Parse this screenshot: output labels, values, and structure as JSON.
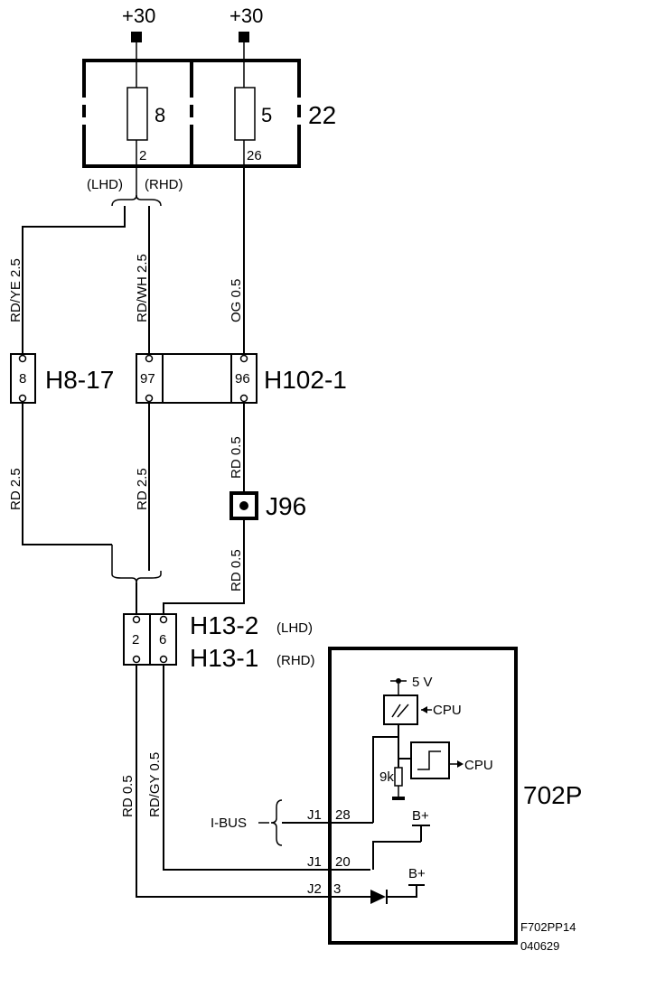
{
  "supply": {
    "left": "+30",
    "right": "+30"
  },
  "fusebox": {
    "label": "22",
    "fuse_left": "8",
    "fuse_right": "5",
    "pin_left": "2",
    "pin_right": "26"
  },
  "variants": {
    "lhd": "(LHD)",
    "rhd": "(RHD)"
  },
  "wires": {
    "w1": "RD/YE  2.5",
    "w2": "RD/WH 2.5",
    "w3": "OG  0.5",
    "w4": "RD  2.5",
    "w5": "RD  2.5",
    "w6": "RD  0.5",
    "w7": "RD  0.5",
    "w8": "RD  0.5",
    "w9": "RD/GY 0.5"
  },
  "connectors": {
    "h8": {
      "label": "H8-17",
      "pin": "8"
    },
    "h102": {
      "label": "H102-1",
      "pin_a": "97",
      "pin_b": "96"
    },
    "j96": {
      "label": "J96"
    },
    "h13": {
      "label_a": "H13-2",
      "variant_a": "(LHD)",
      "label_b": "H13-1",
      "variant_b": "(RHD)",
      "pin_a": "2",
      "pin_b": "6"
    }
  },
  "module": {
    "label": "702P",
    "v5": "5 V",
    "cpu1": "CPU",
    "cpu2": "CPU",
    "resistor": "9k",
    "bplus1": "B+",
    "bplus2": "B+",
    "ibus": "I-BUS",
    "j1a": "J1",
    "p28": "28",
    "j1b": "J1",
    "p20": "20",
    "j2": "J2",
    "p3": "3"
  },
  "footer": {
    "code": "F702PP14",
    "date": "040629"
  }
}
